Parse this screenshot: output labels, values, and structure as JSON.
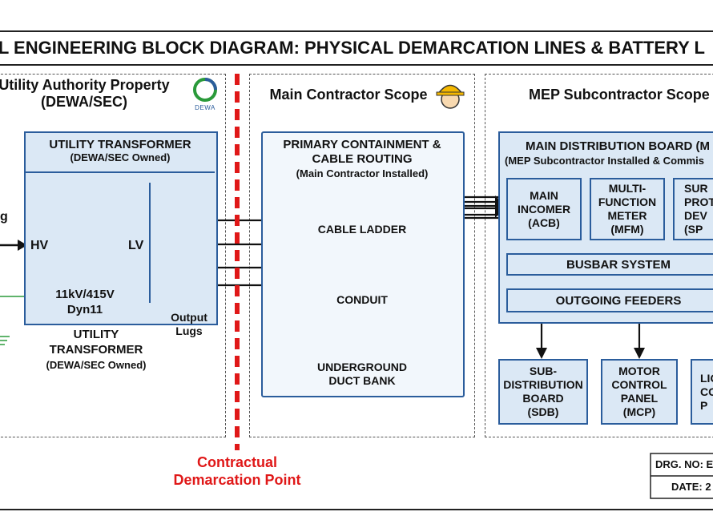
{
  "title": "ICAL ENGINEERING BLOCK DIAGRAM: PHYSICAL DEMARCATION LINES & BATTERY L",
  "zones": {
    "utility": {
      "title_line1": "Utility Authority Property",
      "title_line2": "(DEWA/SEC)",
      "logo_text": "DEWA"
    },
    "main_contractor": {
      "title": "Main Contractor Scope"
    },
    "mep": {
      "title": "MEP Subcontractor Scope"
    }
  },
  "utility_transformer": {
    "header": "UTILITY TRANSFORMER",
    "header_sub": "(DEWA/SEC Owned)",
    "hv_label": "HV",
    "lv_label": "LV",
    "incoming_label": "g",
    "rating": "11kV/415V",
    "vector_group": "Dyn11",
    "output_lugs": "Output Lugs",
    "caption_line1": "UTILITY",
    "caption_line2": "TRANSFORMER",
    "caption_line3": "(DEWA/SEC Owned)"
  },
  "containment": {
    "header_line1": "PRIMARY CONTAINMENT &",
    "header_line2": "CABLE ROUTING",
    "header_sub": "(Main Contractor Installed)",
    "cable_ladder": "CABLE LADDER",
    "conduit": "CONDUIT",
    "duct_line1": "UNDERGROUND",
    "duct_line2": "DUCT BANK"
  },
  "mdb": {
    "header": "MAIN DISTRIBUTION BOARD (M",
    "header_sub": "(MEP Subcontractor Installed & Commis",
    "incomer": [
      "MAIN",
      "INCOMER",
      "(ACB)"
    ],
    "meter": [
      "MULTI-",
      "FUNCTION",
      "METER",
      "(MFM)"
    ],
    "surge": [
      "SUR",
      "PROTE",
      "DEV",
      "(SP"
    ],
    "busbar": "BUSBAR SYSTEM",
    "feeders": "OUTGOING FEEDERS"
  },
  "sub_boards": {
    "sdb": [
      "SUB-",
      "DISTRIBUTION",
      "BOARD",
      "(SDB)"
    ],
    "mcp": [
      "MOTOR",
      "CONTROL",
      "PANEL",
      "(MCP)"
    ],
    "light": [
      "LIG",
      "CO",
      "P"
    ]
  },
  "demarcation": {
    "line1": "Contractual",
    "line2": "Demarcation Point"
  },
  "title_block": {
    "drg_no": "DRG. NO: E",
    "date": "DATE: 2"
  },
  "colors": {
    "blue_border": "#2b5d9c",
    "blue_fill": "#dbe8f5",
    "demarcation_red": "#e01818",
    "arrow_orange": "#f2a33a",
    "ground_green": "#2a9a3a"
  }
}
